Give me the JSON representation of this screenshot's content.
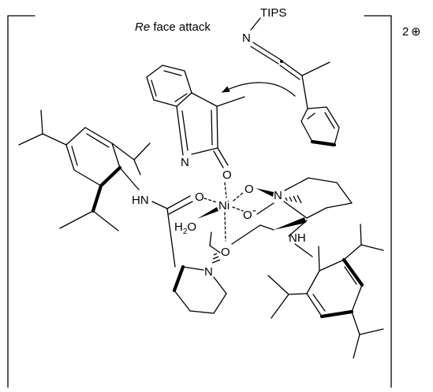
{
  "annotation": {
    "face_prefix": "Re",
    "face_suffix": " face attack"
  },
  "charge": {
    "value": "2",
    "symbol": "⊕"
  },
  "atoms": {
    "tips": "TIPS",
    "n_imine": "N",
    "n_indolenine": "N",
    "o_carbonyl": "O",
    "o_left_amide": "O",
    "hn_left": "HN",
    "ni": "Ni",
    "o_top": "O",
    "n_right_ring": "N",
    "o_minus": "O",
    "minus": "-",
    "h2o_h": "H",
    "h2o_2": "2",
    "h2o_o": "O",
    "o_bottom": "O",
    "n_left_ring": "N",
    "nh_right": "NH"
  }
}
